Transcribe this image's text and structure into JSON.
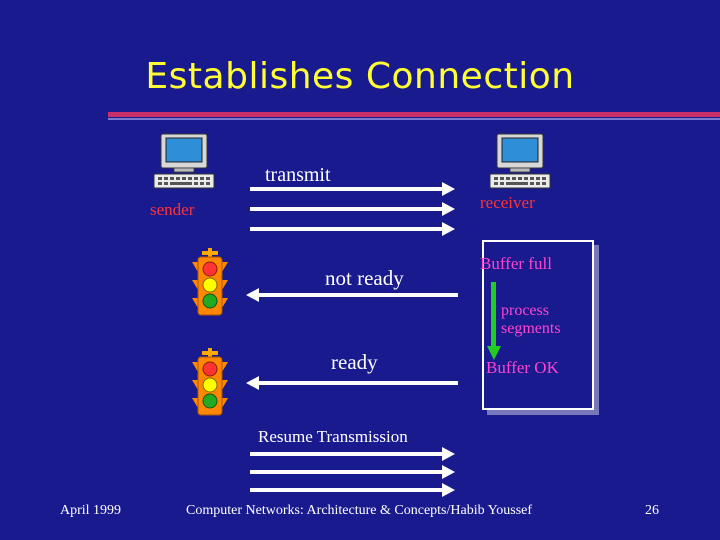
{
  "slide": {
    "title": "Establishes Connection",
    "footer_left": "April 1999",
    "footer_center": "Computer Networks: Architecture & Concepts/Habib Youssef",
    "footer_right": "26"
  },
  "labels": {
    "transmit": "transmit",
    "sender": "sender",
    "receiver": "receiver",
    "not_ready": "not ready",
    "buffer_full": "Buffer full",
    "process_segments_line1": "process",
    "process_segments_line2": "segments",
    "ready": "ready",
    "buffer_ok": "Buffer OK",
    "resume": "Resume Transmission"
  },
  "icons": [
    "computer-icon",
    "traffic-light-icon"
  ],
  "colors": {
    "background": "#1a1a8f",
    "title": "#ffff33",
    "accent_red": "#ff3333",
    "accent_pink": "#ff44cc",
    "rule": "#c8306a",
    "process_arrow": "#22cc22"
  }
}
